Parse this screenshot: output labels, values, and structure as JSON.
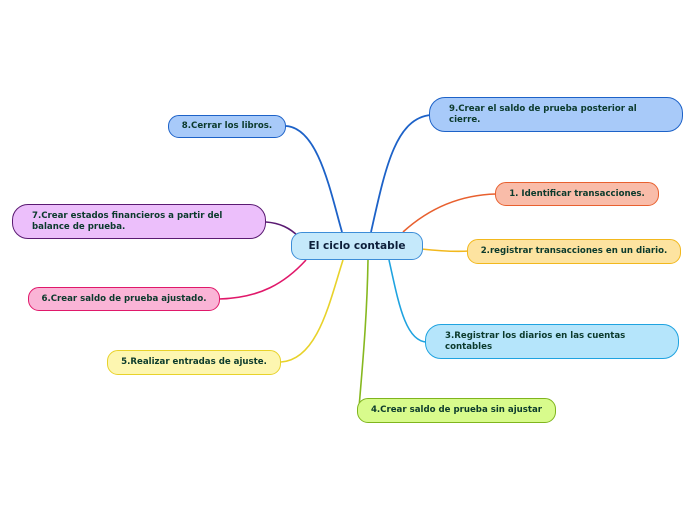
{
  "map": {
    "center": {
      "label": "El ciclo contable",
      "fill": "#c5e9fb",
      "border": "#3d8ed8"
    },
    "topics": [
      {
        "id": "t1",
        "label": "1. Identificar transacciones.",
        "fill": "#f9bca9",
        "border": "#e8602f",
        "line": "#e8602f"
      },
      {
        "id": "t2",
        "label": "2.registrar transacciones en un diario.",
        "fill": "#fde3a0",
        "border": "#f2b81d",
        "line": "#f2b81d"
      },
      {
        "id": "t3",
        "label": "3.Registrar los diarios en las cuentas contables",
        "fill": "#b5e5fb",
        "border": "#1fa3e0",
        "line": "#1fa3e0"
      },
      {
        "id": "t4",
        "label": "4.Crear saldo de prueba sin ajustar",
        "fill": "#d8fb8c",
        "border": "#7fb51d",
        "line": "#86b81f"
      },
      {
        "id": "t5",
        "label": "5.Realizar entradas de ajuste.",
        "fill": "#fdf6b0",
        "border": "#e8d22a",
        "line": "#e8d22a"
      },
      {
        "id": "t6",
        "label": "6.Crear saldo de prueba ajustado.",
        "fill": "#fab4d6",
        "border": "#e0186a",
        "line": "#e0186a"
      },
      {
        "id": "t7",
        "label": "7.Crear estados financieros a partir del balance de prueba.",
        "fill": "#ecbffb",
        "border": "#5a1a72",
        "line": "#5a1a72"
      },
      {
        "id": "t8",
        "label": "8.Cerrar los libros.",
        "fill": "#a8caf9",
        "border": "#1d62c8",
        "line": "#1d62c8"
      },
      {
        "id": "t9",
        "label": "9.Crear el saldo de prueba posterior al cierre.",
        "fill": "#a8caf9",
        "border": "#1d62c8",
        "line": "#1d62c8"
      }
    ]
  }
}
